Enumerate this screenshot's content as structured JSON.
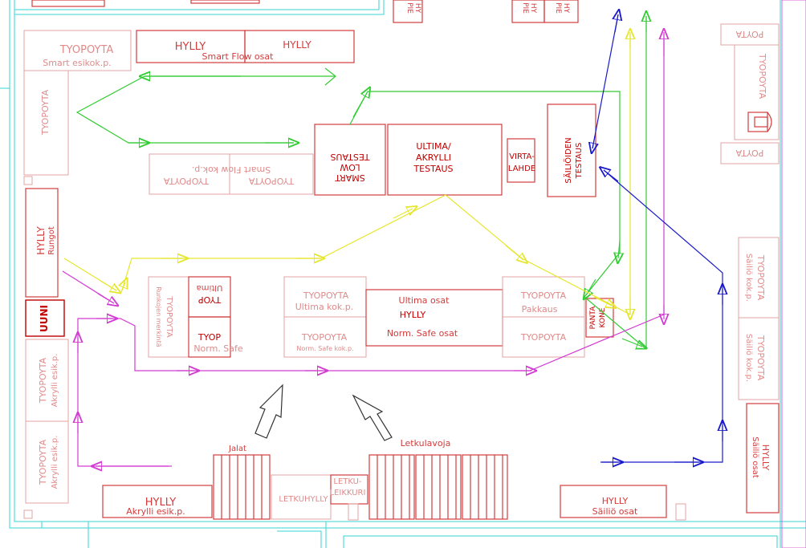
{
  "colors": {
    "wall": "#36d6d6",
    "strong": "#d23c3c",
    "light": "#e3a3a3",
    "green": "#33cc33",
    "yellow": "#e6e62e",
    "magenta": "#d23cd2",
    "blue": "#1a1acc"
  },
  "labels": {
    "pie_hy_1a": "PIE",
    "pie_hy_1b": "HY",
    "pie_hy_2a": "PIE",
    "pie_hy_2b": "HY",
    "pie_hy_3a": "PIE",
    "pie_hy_3b": "HY",
    "tyopoyta_smart_esikok_1": "TYOPOYTA",
    "tyopoyta_smart_esikok_2": "Smart esikok.p.",
    "hylly_top_left": "HYLLY",
    "hylly_top_right": "HYLLY",
    "smart_flow_osat": "Smart Flow osat",
    "tyopoyta_left_vertical": "TYOPOYTA",
    "smart_flow_kokp": "Smart Flow kok.p.",
    "tyopoyta_mirror_1": "TYOPOYTA",
    "tyopoyta_mirror_2": "TYOPOYTA",
    "smart_low_1": "SMART",
    "smart_low_2": "LOW",
    "smart_low_3": "TESTAUS",
    "ultima_akrylli_1": "ULTIMA/",
    "ultima_akrylli_2": "AKRYLLI",
    "ultima_akrylli_3": "TESTAUS",
    "virtalahde_1": "VIRTA-",
    "virtalahde_2": "LAHDE",
    "sailioiden_1": "SÄILIÖIDEN",
    "sailioiden_2": "TESTAUS",
    "hylly_rungot_1": "HYLLY",
    "hylly_rungot_2": "Rungot",
    "uuni": "UUNI",
    "tyopoyta_akrylli_1a": "TYOPOYTA",
    "tyopoyta_akrylli_1b": "Akrylli esik.p.",
    "tyopoyta_akrylli_2a": "TYOPOYTA",
    "tyopoyta_akrylli_2b": "Akrylli esik.p.",
    "hylly_akrylli_1": "HYLLY",
    "hylly_akrylli_2": "Akrylli esik.p.",
    "runkojen_1": "TYOPOYTA",
    "runkojen_2": "Runkojen merkintä",
    "typ_ultima_1": "TYOP",
    "typ_ultima_2": "Ultima",
    "tyop_norm": "TYOP",
    "norm_safe": "Norm. Safe",
    "tyopoyta_ultima_kokp_1": "TYOPOYTA",
    "tyopoyta_ultima_kokp_2": "Ultima kok.p.",
    "tyopoyta_norm_safe_1": "TYOPOYTA",
    "tyopoyta_norm_safe_2": "Norm. Safe kok.p.",
    "ultima_osat": "Ultima osat",
    "hylly_center": "HYLLY",
    "norm_safe_osat": "Norm. Safe osat",
    "tyopoyta_pakkaus_1": "TYOPOYTA",
    "tyopoyta_pakkaus_2": "Pakkaus",
    "tyopoyta_bottom_right": "TYOPOYTA",
    "pantakone_1": "PANTA",
    "pantakone_2": "KONE",
    "jalat": "Jalat",
    "letkulavoja": "Letkulavoja",
    "letkuhylly": "LETKUHYLLY",
    "letkuleikkuri_1": "LETKU-",
    "letkuleikkuri_2": "LEIKKURI",
    "hylly_sailio_1": "HYLLY",
    "hylly_sailio_2": "Säiliö osat",
    "poyta_top": "POYTA",
    "tyopoyta_right_top": "TYOPOYTA",
    "poyta_bottom": "POYTA",
    "tyopoyta_sailio_kokp_1a": "TYOPOYTA",
    "tyopoyta_sailio_kokp_1b": "Säiliö kok.p.",
    "tyopoyta_sailio_kokp_2a": "TYOPOYTA",
    "tyopoyta_sailio_kokp_2b": "Säiliö kok.p.",
    "hylly_sailio_osat_1": "HYLLY",
    "hylly_sailio_osat_2": "Säiliö osat"
  }
}
